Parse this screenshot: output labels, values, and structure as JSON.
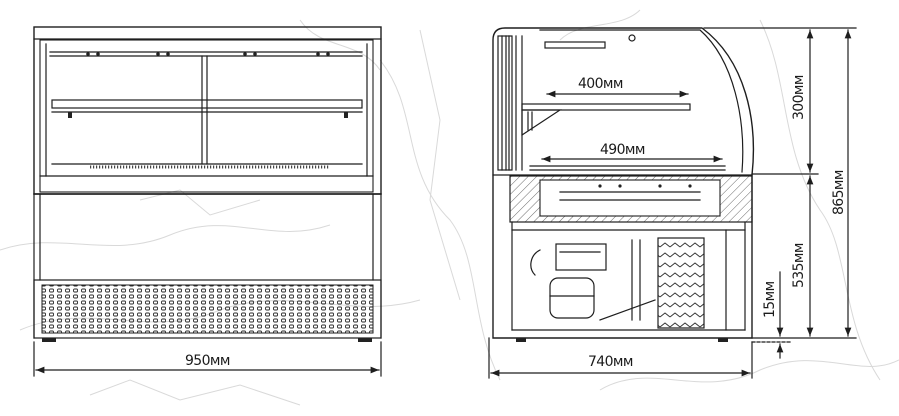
{
  "front_view": {
    "width_label": "950мм"
  },
  "side_view": {
    "shelf_upper_depth_label": "400мм",
    "shelf_lower_depth_label": "490мм",
    "depth_label": "740мм",
    "display_height_label": "300мм",
    "total_height_label": "865мм",
    "base_height_label": "535мм",
    "foot_height_label": "15мм"
  }
}
